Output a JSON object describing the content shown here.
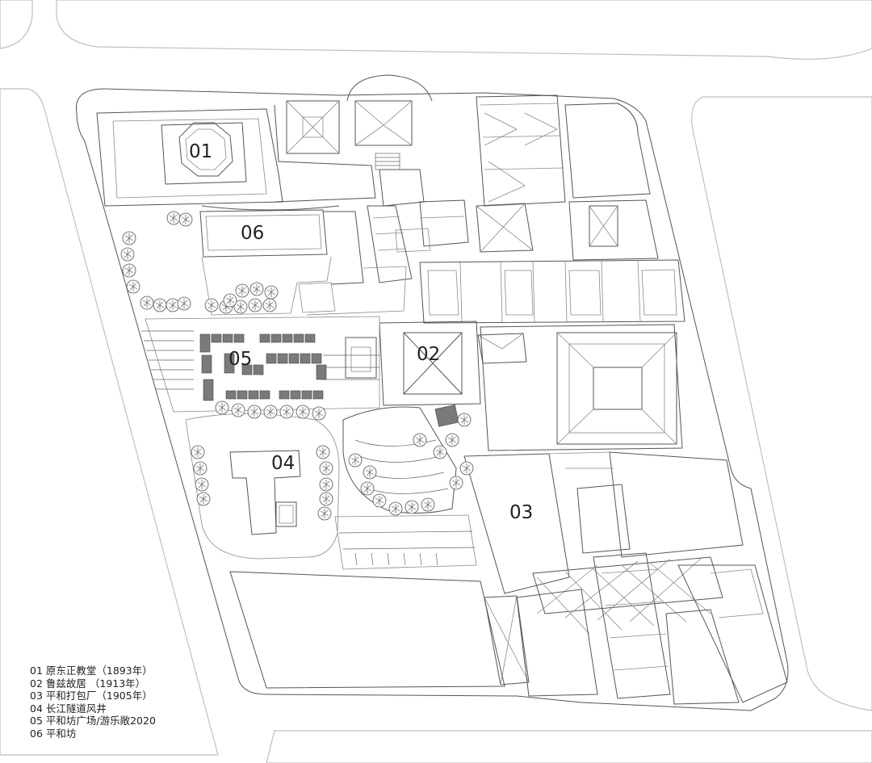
{
  "sites": [
    {
      "id": "01",
      "name": "原东正教堂（1893年）"
    },
    {
      "id": "02",
      "name": "鲁兹故居 （1913年）"
    },
    {
      "id": "03",
      "name": "平和打包厂（1905年）"
    },
    {
      "id": "04",
      "name": "长江隧道风井"
    },
    {
      "id": "05",
      "name": "平和坊广场/游乐敞2020"
    },
    {
      "id": "06",
      "name": "平和坊"
    }
  ],
  "map_labels": [
    "01",
    "02",
    "03",
    "04",
    "05",
    "06"
  ],
  "legend_sep": " "
}
